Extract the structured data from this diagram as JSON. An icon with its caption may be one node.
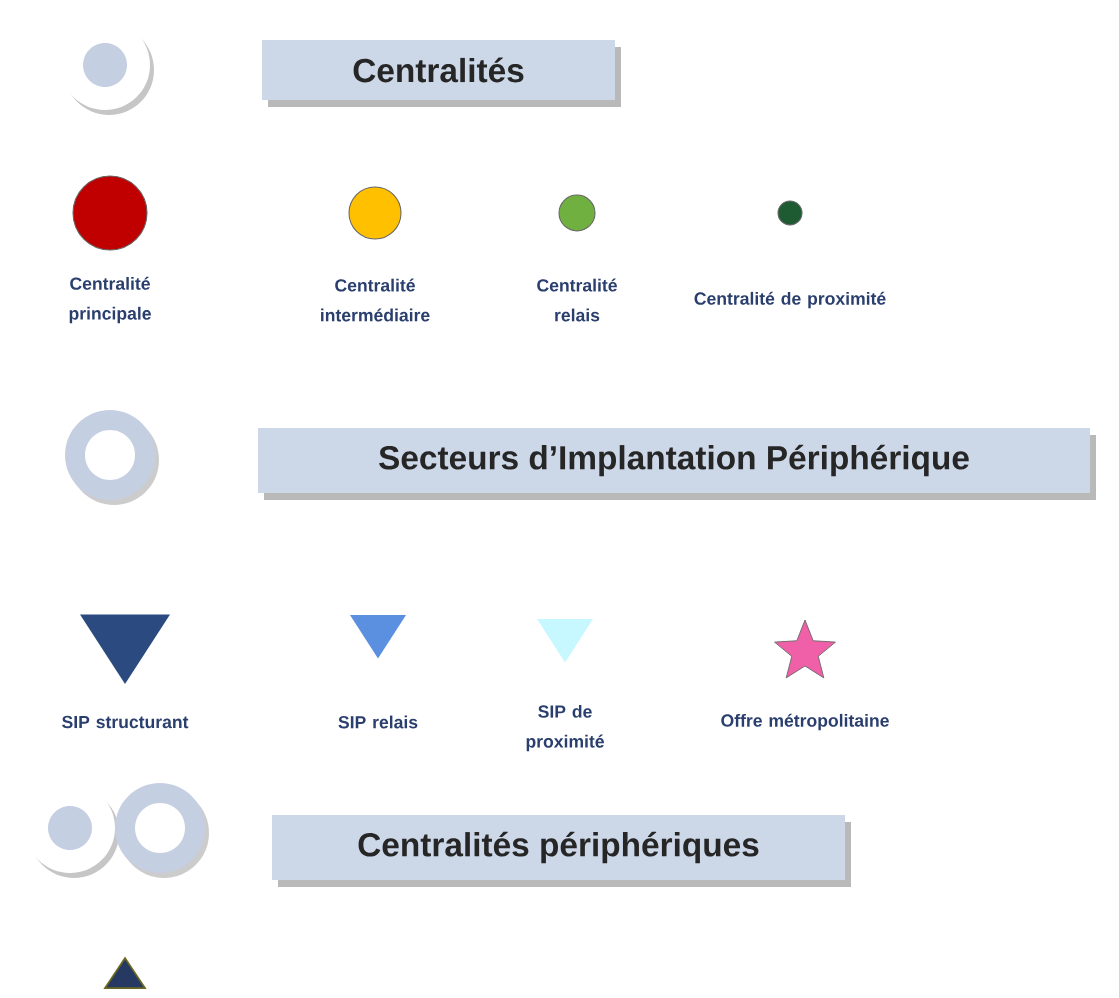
{
  "diagram": {
    "nodes": [
      {
        "text": [
          "Centralités"
        ]
      },
      {
        "text": [
          "Secteurs d’Implantation Périphérique"
        ]
      },
      {
        "text": [
          "Centralités périphériques"
        ]
      }
    ],
    "edges": [],
    "legend": [
      {
        "text": "Centralité principale",
        "color": "#c00000"
      },
      {
        "text": "Centralité intermédiaire",
        "color": "#ffc000"
      },
      {
        "text": "Centralité relais",
        "color": "#70b040"
      },
      {
        "text": "Centralité de proximité",
        "color": "#1e5a32"
      },
      {
        "text": "SIP structurant",
        "color": "#2a4a80"
      },
      {
        "text": "SIP relais",
        "color": "#5b8fe0"
      },
      {
        "text": "SIP de proximité",
        "color": "#c8f8ff"
      },
      {
        "text": "Offre métropolitaine",
        "color": "#f060a8"
      }
    ]
  }
}
